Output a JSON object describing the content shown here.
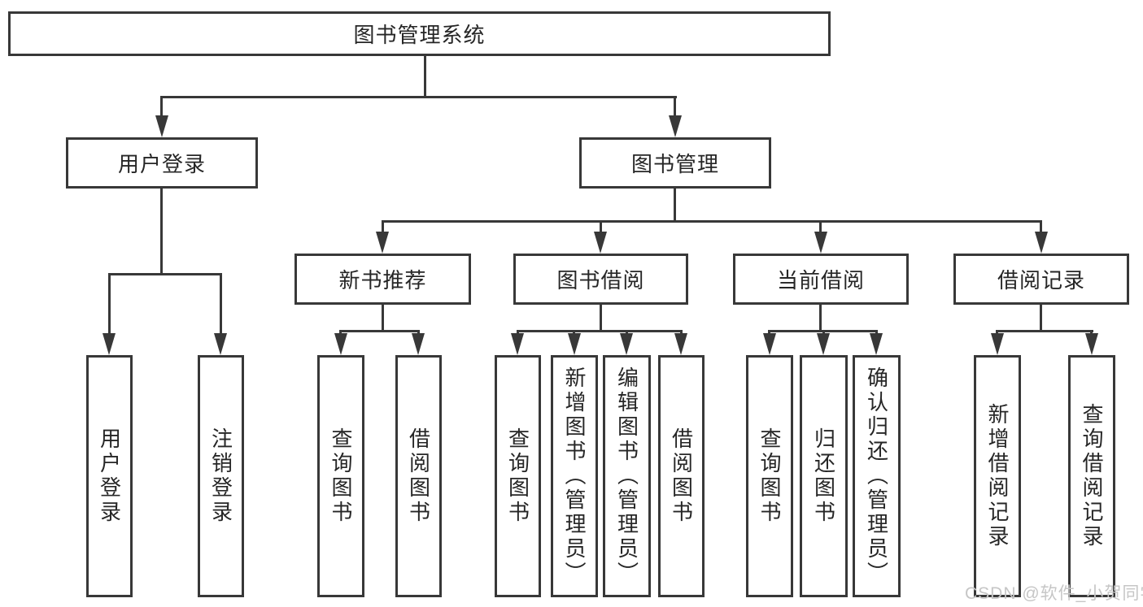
{
  "tree": {
    "label": "图书管理系统",
    "children": [
      {
        "label": "用户登录",
        "children": [
          {
            "label": "用户登录"
          },
          {
            "label": "注销登录"
          }
        ]
      },
      {
        "label": "图书管理",
        "children": [
          {
            "label": "新书推荐",
            "children": [
              {
                "label": "查询图书"
              },
              {
                "label": "借阅图书"
              }
            ]
          },
          {
            "label": "图书借阅",
            "children": [
              {
                "label": "查询图书"
              },
              {
                "label": "新增图书（管理员）"
              },
              {
                "label": "编辑图书（管理员）"
              },
              {
                "label": "借阅图书"
              }
            ]
          },
          {
            "label": "当前借阅",
            "children": [
              {
                "label": "查询图书"
              },
              {
                "label": "归还图书"
              },
              {
                "label": "确认归还（管理员）"
              }
            ]
          },
          {
            "label": "借阅记录",
            "children": [
              {
                "label": "新增借阅记录"
              },
              {
                "label": "查询借阅记录"
              }
            ]
          }
        ]
      }
    ]
  },
  "watermark": {
    "text": "CSDN @软件_小贺同学"
  },
  "colors": {
    "line": "#383838",
    "text": "#262626",
    "watermark": "#c6c6c6",
    "background": "#ffffff"
  }
}
